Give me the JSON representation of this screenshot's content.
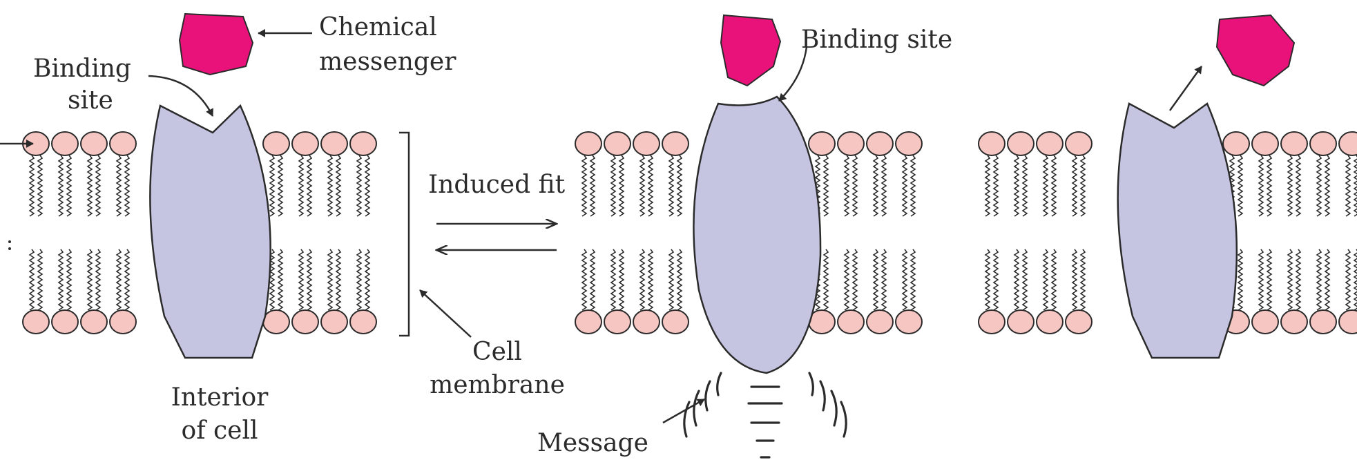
{
  "labels": {
    "chemical_messenger_1": "Chemical",
    "chemical_messenger_2": "messenger",
    "binding_site_left_1": "Binding",
    "binding_site_left_2": "site",
    "binding_site_mid": "Binding site",
    "induced_fit": "Induced fit",
    "cell_membrane_1": "Cell",
    "cell_membrane_2": "membrane",
    "interior_1": "Interior",
    "interior_2": "of cell",
    "message": "Message"
  },
  "colors": {
    "messenger": "#e8127a",
    "receptor": "#c5c5e2",
    "lipid_head": "#f6c6c2",
    "outline": "#2b2b2b"
  }
}
